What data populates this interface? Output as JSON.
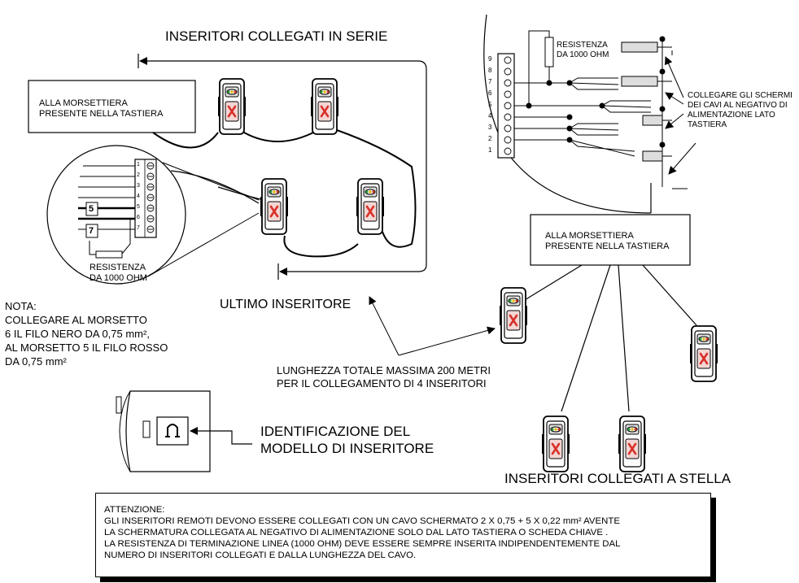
{
  "titles": {
    "series": "INSERITORI COLLEGATI IN SERIE",
    "last_inserter": "ULTIMO INSERITORE",
    "star": "INSERITORI COLLEGATI A STELLA"
  },
  "labels": {
    "morsettiera_left": [
      "ALLA MORSETTIERA",
      "PRESENTE NELLA TASTIERA"
    ],
    "morsettiera_right": [
      "ALLA MORSETTIERA",
      "PRESENTE NELLA TASTIERA"
    ],
    "resistenza_left": [
      "RESISTENZA",
      "DA 1000 OHM"
    ],
    "resistenza_right": [
      "RESISTENZA",
      "DA 1000 OHM"
    ],
    "schermi": [
      "COLLEGARE GLI SCHERMI",
      "DEI CAVI AL NEGATIVO DI",
      "ALIMENTAZIONE LATO",
      "TASTIERA"
    ],
    "lunghezza": [
      "LUNGHEZZA TOTALE MASSIMA 200 METRI",
      "PER IL COLLEGAMENTO DI 4 INSERITORI"
    ],
    "identificazione": [
      "IDENTIFICAZIONE DEL",
      "MODELLO DI INSERITORE"
    ],
    "terminal_5": "5",
    "terminal_7": "7",
    "terminal_numbers_left": [
      "1",
      "2",
      "3",
      "4",
      "5",
      "6",
      "7"
    ],
    "terminal_numbers_right": [
      "9",
      "8",
      "7",
      "6",
      "5",
      "4",
      "3",
      "2",
      "1"
    ]
  },
  "note": [
    "NOTA:",
    "COLLEGARE AL MORSETTO",
    "6 IL FILO NERO DA 0,75 mm²,",
    "AL MORSETTO 5 IL FILO ROSSO",
    "DA 0,75 mm²"
  ],
  "attenzione": [
    "ATTENZIONE:",
    "GLI INSERITORI REMOTI DEVONO ESSERE COLLEGATI CON UN CAVO SCHERMATO  2 X 0,75 + 5 X 0,22 mm² AVENTE",
    "LA SCHERMATURA COLLEGATA  AL NEGATIVO DI ALIMENTAZIONE SOLO DAL LATO TASTIERA O SCHEDA CHIAVE .",
    "LA RESISTENZA DI TERMINAZIONE LINEA (1000 OHM) DEVE ESSERE SEMPRE INSERITA INDIPENDENTEMENTE DAL",
    "NUMERO DI INSERITORI COLLEGATI E DALLA LUNGHEZZA DEL CAVO."
  ],
  "colors": {
    "led_green": "#2e9e3a",
    "led_red": "#d63b2a",
    "led_yellow": "#e0b400",
    "x_red": "#d9302a",
    "device_red": "#c0392b"
  },
  "icons": [
    "inserter-device-icon",
    "model-symbol-icon",
    "arrow-icon",
    "resistor-icon"
  ]
}
